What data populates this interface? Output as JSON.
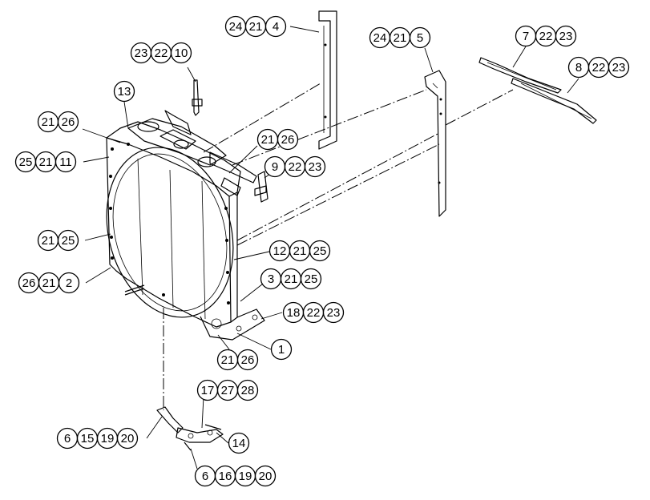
{
  "diagram": {
    "callouts": [
      {
        "id": "c-24-21-4",
        "numbers": [
          "24",
          "21",
          "4"
        ]
      },
      {
        "id": "c-24-21-5",
        "numbers": [
          "24",
          "21",
          "5"
        ]
      },
      {
        "id": "c-7-22-23",
        "numbers": [
          "7",
          "22",
          "23"
        ]
      },
      {
        "id": "c-8-22-23",
        "numbers": [
          "8",
          "22",
          "23"
        ]
      },
      {
        "id": "c-23-22-10",
        "numbers": [
          "23",
          "22",
          "10"
        ]
      },
      {
        "id": "c-13",
        "numbers": [
          "13"
        ]
      },
      {
        "id": "c-21-26-a",
        "numbers": [
          "21",
          "26"
        ]
      },
      {
        "id": "c-21-26-b",
        "numbers": [
          "21",
          "26"
        ]
      },
      {
        "id": "c-25-21-11",
        "numbers": [
          "25",
          "21",
          "11"
        ]
      },
      {
        "id": "c-9-22-23",
        "numbers": [
          "9",
          "22",
          "23"
        ]
      },
      {
        "id": "c-21-25",
        "numbers": [
          "21",
          "25"
        ]
      },
      {
        "id": "c-12-21-25",
        "numbers": [
          "12",
          "21",
          "25"
        ]
      },
      {
        "id": "c-26-21-2",
        "numbers": [
          "26",
          "21",
          "2"
        ]
      },
      {
        "id": "c-3-21-25",
        "numbers": [
          "3",
          "21",
          "25"
        ]
      },
      {
        "id": "c-18-22-23",
        "numbers": [
          "18",
          "22",
          "23"
        ]
      },
      {
        "id": "c-1",
        "numbers": [
          "1"
        ]
      },
      {
        "id": "c-21-26-c",
        "numbers": [
          "21",
          "26"
        ]
      },
      {
        "id": "c-17-27-28",
        "numbers": [
          "17",
          "27",
          "28"
        ]
      },
      {
        "id": "c-6-15-19-20",
        "numbers": [
          "6",
          "15",
          "19",
          "20"
        ]
      },
      {
        "id": "c-14",
        "numbers": [
          "14"
        ]
      },
      {
        "id": "c-6-16-19-20",
        "numbers": [
          "6",
          "16",
          "19",
          "20"
        ]
      }
    ]
  }
}
